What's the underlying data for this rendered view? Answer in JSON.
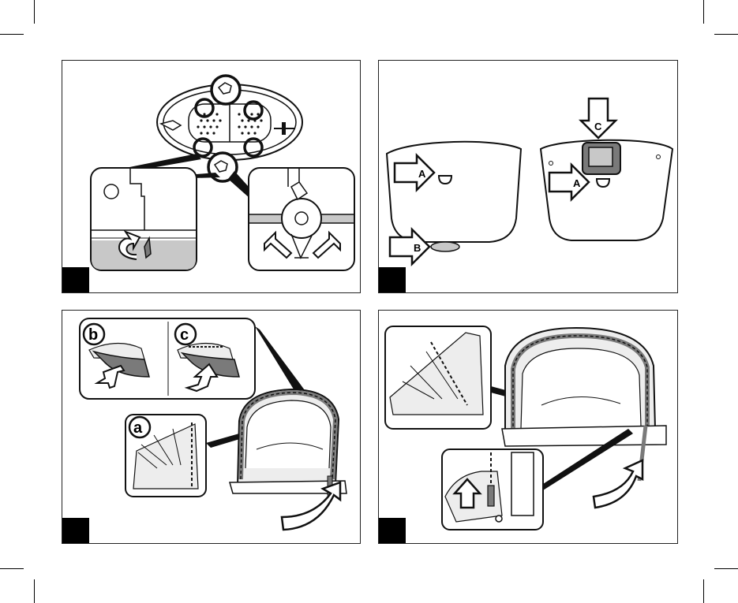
{
  "document": {
    "type": "instruction-manual-page",
    "panels": [
      {
        "id": "panel-1",
        "labels": []
      },
      {
        "id": "panel-2",
        "labels": [
          "A",
          "B",
          "C"
        ]
      },
      {
        "id": "panel-3",
        "labels": [
          "b",
          "c",
          "a"
        ]
      },
      {
        "id": "panel-4",
        "labels": []
      }
    ]
  },
  "colors": {
    "ink": "#111111",
    "shade": "#c8c8c8",
    "dark-shade": "#7a7a7a",
    "light-shade": "#ededed"
  },
  "labels": {
    "arrow_a": "A",
    "arrow_b": "B",
    "arrow_c": "C",
    "arrow_a2": "A",
    "callout_b": "b",
    "callout_c": "c",
    "callout_a": "a"
  }
}
